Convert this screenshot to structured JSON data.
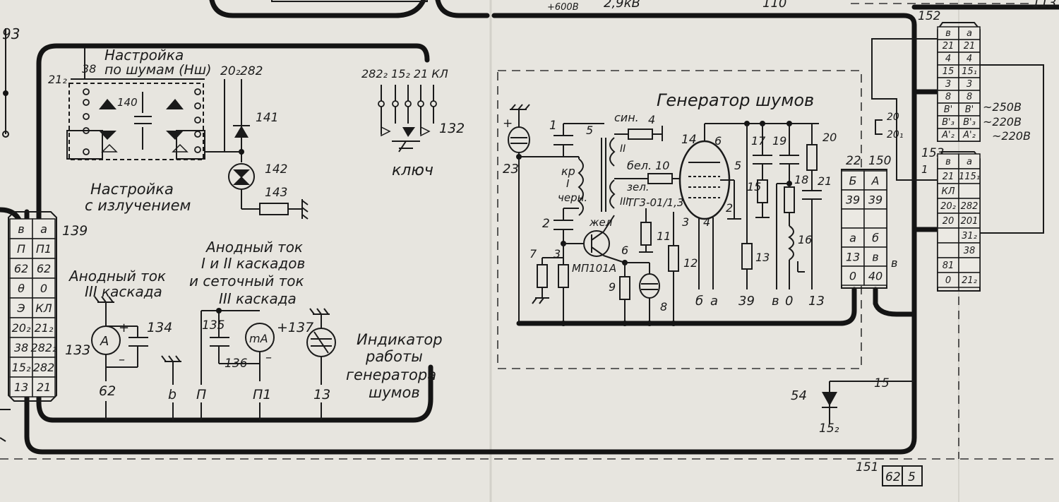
{
  "labels": {
    "top_93": "93",
    "top_600b": "+600В",
    "top_29kb": "2,9кВ",
    "top_110": "110",
    "top_113": "113",
    "nastroyka1": "Настройка",
    "nastroyka2": "по шумам (Нш)",
    "n_21_2": "21₂",
    "n_38": "38",
    "n_20_2": "20₂",
    "n_282": "282",
    "n_140": "140",
    "n_141": "141",
    "n_142": "142",
    "n_143": "143",
    "izluch1": "Настройка",
    "izluch2": "с излучением",
    "key_pins": "282₂ 15₂ 21 КЛ",
    "n_132": "132",
    "klyuch": "ключ",
    "anod12_1": "Анодный ток",
    "anod12_2": "I и II каскадов",
    "anod12_3": "и сеточный ток",
    "anod12_4": "III каскада",
    "anod3_1": "Анодный ток",
    "anod3_2": "III каскада",
    "n_133": "133",
    "n_134": "134",
    "n_62": "62",
    "n_b": "b",
    "n_135": "135",
    "n_136": "136",
    "n_137": "+137",
    "n_P": "П",
    "n_P1": "П1",
    "n_13": "13",
    "ind1": "Индикатор",
    "ind2": "работы",
    "ind3": "генератора",
    "ind4": "шумов",
    "meter_A": "А",
    "meter_mA": "mA",
    "n_139": "139",
    "gen_title": "Генератор шумов",
    "n_23": "23",
    "n_1": "1",
    "n_2": "2",
    "n_3": "3",
    "n_5": "5",
    "n_6": "6",
    "n_7": "7",
    "n_8": "8",
    "n_9": "9",
    "n_4": "4",
    "sin": "син.",
    "kr": "кр",
    "chern": "черн.",
    "zhel": "жел",
    "bel10": "бел. 10",
    "zel": "зел.",
    "tg3": "ТГ3-01/1,3",
    "w_I": "I",
    "w_II": "II",
    "w_III": "III",
    "transistor": "МП101А",
    "n_11": "11",
    "n_12": "12",
    "n_14": "14",
    "tube_6": "6",
    "tube_5": "5",
    "tube_2": "2",
    "tube_3": "3",
    "tube_4": "4",
    "n_15": "15",
    "n_17": "17",
    "n_19": "19",
    "n_18": "18",
    "n_20": "20",
    "n_21": "21",
    "n_13r": "13",
    "n_16": "16",
    "out_b": "б",
    "out_a": "а",
    "out_39": "39",
    "out_v": "в",
    "out_0": "0",
    "out_13": "13",
    "n_22": "22",
    "n_150": "150",
    "n_20a": "20",
    "n_20b": "20₁",
    "n_152": "152",
    "n_153": "153",
    "n_1s": "1",
    "v250": "~250В",
    "v220a": "~220В",
    "v220b": "~220В",
    "n_54": "54",
    "n_15_2": "15₂",
    "n_15w": "15",
    "n_151": "151",
    "n_v": "в"
  },
  "conn139": [
    [
      "в",
      "а"
    ],
    [
      "П",
      "П1"
    ],
    [
      "62",
      "62"
    ],
    [
      "θ",
      "0"
    ],
    [
      "Э",
      "КЛ"
    ],
    [
      "20₂",
      "21₂"
    ],
    [
      "38",
      "282₂"
    ],
    [
      "15₂",
      "282"
    ],
    [
      "13",
      "21"
    ]
  ],
  "conn150": [
    [
      "Б",
      "А"
    ],
    [
      "39",
      "39"
    ],
    [
      "",
      ""
    ],
    [
      "а",
      "б"
    ],
    [
      "13",
      "в"
    ],
    [
      "0",
      "40"
    ]
  ],
  "conn152": [
    [
      "в",
      "а"
    ],
    [
      "21",
      "21"
    ],
    [
      "4",
      "4"
    ],
    [
      "15",
      "15₁"
    ],
    [
      "3",
      "3"
    ],
    [
      "8",
      "8"
    ],
    [
      "В'",
      "В'"
    ],
    [
      "В'₃",
      "В'₃"
    ],
    [
      "А'₂",
      "А'₂"
    ]
  ],
  "conn153": [
    [
      "в",
      "а"
    ],
    [
      "21",
      "115₁"
    ],
    [
      "КЛ",
      ""
    ],
    [
      "20₂",
      "282"
    ],
    [
      "20",
      "201"
    ],
    [
      "",
      "31₂"
    ],
    [
      "",
      "38"
    ],
    [
      "81",
      ""
    ],
    [
      "0",
      "21₂"
    ]
  ],
  "conn151": [
    "62",
    "5"
  ]
}
